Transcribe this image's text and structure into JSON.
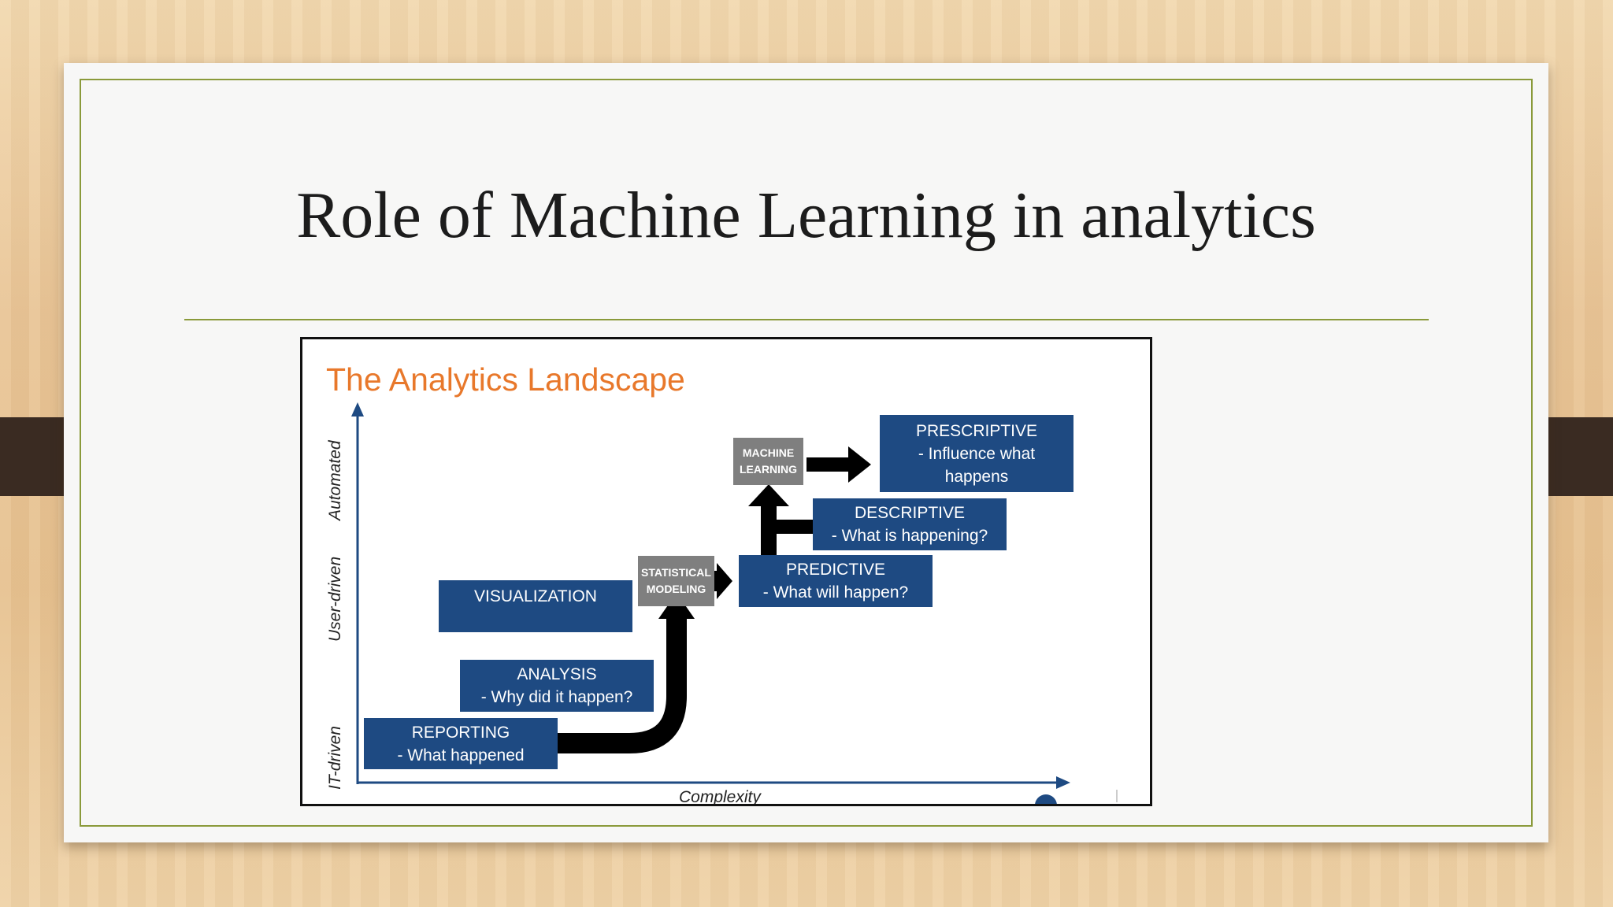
{
  "slide": {
    "title": "Role of Machine Learning in analytics"
  },
  "diagram": {
    "title": "The Analytics Landscape",
    "y_axis_labels": [
      "IT-driven",
      "User-driven",
      "Automated"
    ],
    "x_axis_label": "Complexity",
    "boxes": {
      "reporting": {
        "line1": "REPORTING",
        "line2": "- What happened"
      },
      "analysis": {
        "line1": "ANALYSIS",
        "line2": "- Why did it happen?"
      },
      "visualization": {
        "line1": "VISUALIZATION"
      },
      "statistical_modeling": {
        "line1": "STATISTICAL",
        "line2": "MODELING"
      },
      "predictive": {
        "line1": "PREDICTIVE",
        "line2": "- What will happen?"
      },
      "descriptive": {
        "line1": "DESCRIPTIVE",
        "line2": "- What is happening?"
      },
      "machine_learning": {
        "line1": "MACHINE",
        "line2": "LEARNING"
      },
      "prescriptive": {
        "line1": "PRESCRIPTIVE",
        "line2": "- Influence what",
        "line3": "happens"
      }
    }
  },
  "colors": {
    "box_blue": "#1e4a82",
    "box_gray": "#7f7f7f",
    "title_orange": "#e8782b",
    "axis_blue": "#1e4a82",
    "accent_green": "#8a9a3a"
  }
}
